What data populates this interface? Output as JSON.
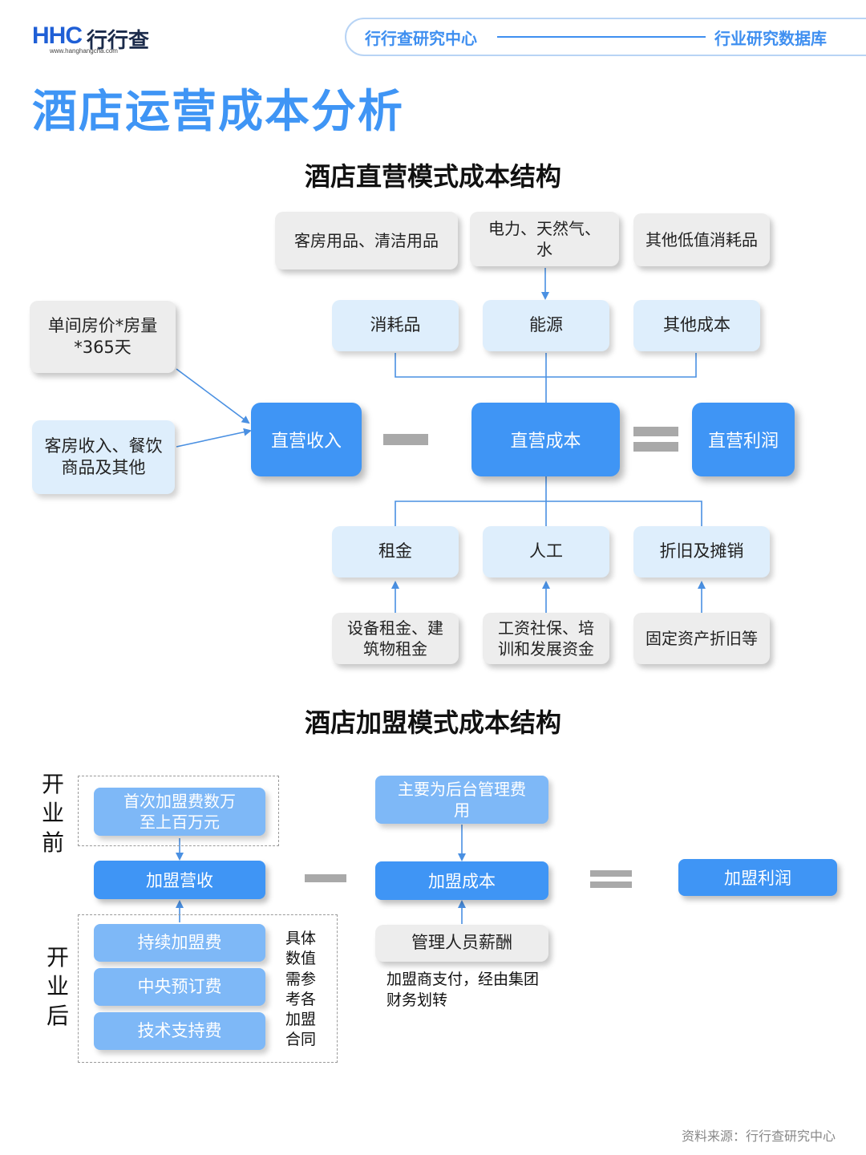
{
  "header": {
    "logo_main": "HHC",
    "logo_cn": "行行查",
    "logo_url": "www.hanghangcha.com",
    "left_text": "行行查研究中心",
    "right_text": "行业研究数据库"
  },
  "page_title": "酒店运营成本分析",
  "direct": {
    "title": "酒店直营模式成本结构",
    "price_formula": "单间房价*房量*365天",
    "revenue_source": "客房收入、餐饮商品及其他",
    "revenue": "直营收入",
    "cost": "直营成本",
    "profit": "直营利润",
    "top_items": [
      {
        "label": "消耗品",
        "detail": "客房用品、清洁用品"
      },
      {
        "label": "能源",
        "detail": "电力、天然气、水"
      },
      {
        "label": "其他成本",
        "detail": "其他低值消耗品"
      }
    ],
    "bottom_items": [
      {
        "label": "租金",
        "detail": "设备租金、建筑物租金"
      },
      {
        "label": "人工",
        "detail": "工资社保、培训和发展资金"
      },
      {
        "label": "折旧及摊销",
        "detail": "固定资产折旧等"
      }
    ]
  },
  "franchise": {
    "title": "酒店加盟模式成本结构",
    "phase_before": "开业前",
    "phase_after": "开业后",
    "initial_fee": "首次加盟费数万至上百万元",
    "revenue": "加盟营收",
    "ongoing_fees": [
      "持续加盟费",
      "中央预订费",
      "技术支持费"
    ],
    "fees_note": "具体数值需参考各加盟合同",
    "mgmt_fee": "主要为后台管理费用",
    "cost": "加盟成本",
    "staff_salary": "管理人员薪酬",
    "payment_note": "加盟商支付，经由集团财务划转",
    "profit": "加盟利润"
  },
  "footer": "资料来源：行行查研究中心",
  "colors": {
    "accent": "#3f95f5",
    "light_blue_box": "#deeefc",
    "gray_box": "#ededed",
    "connector": "#4a90e2"
  }
}
